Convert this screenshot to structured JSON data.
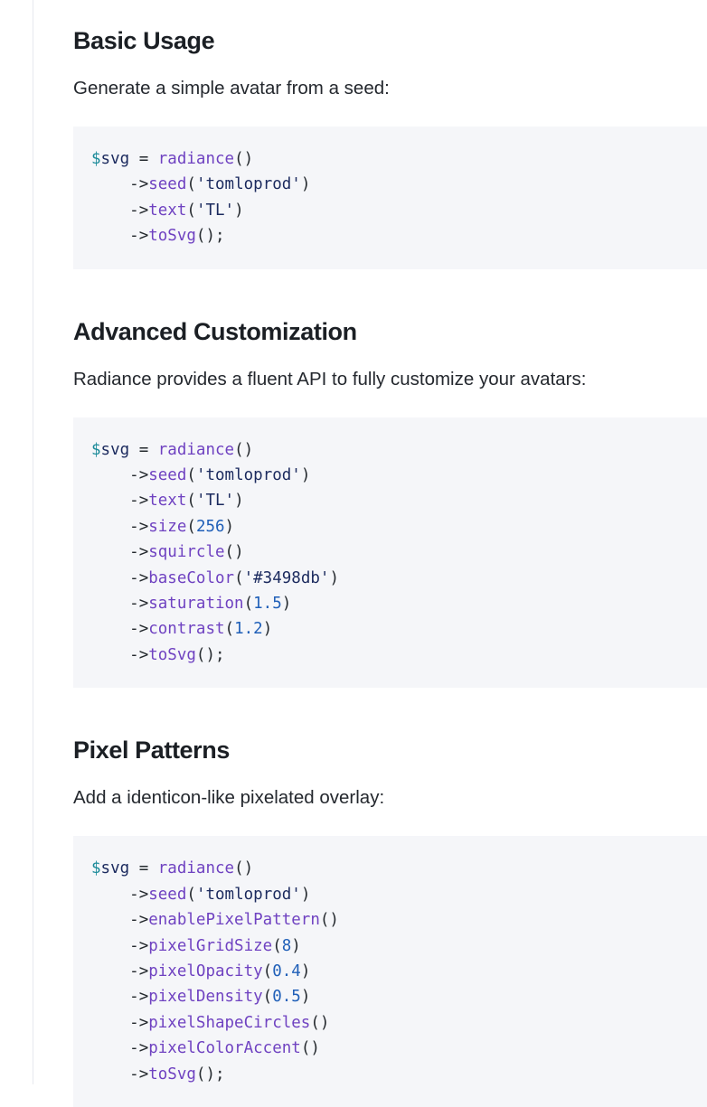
{
  "document": {
    "sections": [
      {
        "id": "basic-usage",
        "heading": "Basic Usage",
        "paragraph": "Generate a simple avatar from a seed:",
        "code": {
          "language": "php",
          "lines": [
            [
              {
                "t": "var-sigil",
                "v": "$"
              },
              {
                "t": "var",
                "v": "svg"
              },
              {
                "t": "punct",
                "v": " = "
              },
              {
                "t": "fn",
                "v": "radiance"
              },
              {
                "t": "punct",
                "v": "()"
              }
            ],
            [
              {
                "t": "punct",
                "v": "    "
              },
              {
                "t": "arrow",
                "v": "->"
              },
              {
                "t": "fn",
                "v": "seed"
              },
              {
                "t": "punct",
                "v": "("
              },
              {
                "t": "str",
                "v": "'tomloprod'"
              },
              {
                "t": "punct",
                "v": ")"
              }
            ],
            [
              {
                "t": "punct",
                "v": "    "
              },
              {
                "t": "arrow",
                "v": "->"
              },
              {
                "t": "fn",
                "v": "text"
              },
              {
                "t": "punct",
                "v": "("
              },
              {
                "t": "str",
                "v": "'TL'"
              },
              {
                "t": "punct",
                "v": ")"
              }
            ],
            [
              {
                "t": "punct",
                "v": "    "
              },
              {
                "t": "arrow",
                "v": "->"
              },
              {
                "t": "fn",
                "v": "toSvg"
              },
              {
                "t": "punct",
                "v": "();"
              }
            ]
          ]
        }
      },
      {
        "id": "advanced-customization",
        "heading": "Advanced Customization",
        "paragraph": "Radiance provides a fluent API to fully customize your avatars:",
        "code": {
          "language": "php",
          "lines": [
            [
              {
                "t": "var-sigil",
                "v": "$"
              },
              {
                "t": "var",
                "v": "svg"
              },
              {
                "t": "punct",
                "v": " = "
              },
              {
                "t": "fn",
                "v": "radiance"
              },
              {
                "t": "punct",
                "v": "()"
              }
            ],
            [
              {
                "t": "punct",
                "v": "    "
              },
              {
                "t": "arrow",
                "v": "->"
              },
              {
                "t": "fn",
                "v": "seed"
              },
              {
                "t": "punct",
                "v": "("
              },
              {
                "t": "str",
                "v": "'tomloprod'"
              },
              {
                "t": "punct",
                "v": ")"
              }
            ],
            [
              {
                "t": "punct",
                "v": "    "
              },
              {
                "t": "arrow",
                "v": "->"
              },
              {
                "t": "fn",
                "v": "text"
              },
              {
                "t": "punct",
                "v": "("
              },
              {
                "t": "str",
                "v": "'TL'"
              },
              {
                "t": "punct",
                "v": ")"
              }
            ],
            [
              {
                "t": "punct",
                "v": "    "
              },
              {
                "t": "arrow",
                "v": "->"
              },
              {
                "t": "fn",
                "v": "size"
              },
              {
                "t": "punct",
                "v": "("
              },
              {
                "t": "num",
                "v": "256"
              },
              {
                "t": "punct",
                "v": ")"
              }
            ],
            [
              {
                "t": "punct",
                "v": "    "
              },
              {
                "t": "arrow",
                "v": "->"
              },
              {
                "t": "fn",
                "v": "squircle"
              },
              {
                "t": "punct",
                "v": "()"
              }
            ],
            [
              {
                "t": "punct",
                "v": "    "
              },
              {
                "t": "arrow",
                "v": "->"
              },
              {
                "t": "fn",
                "v": "baseColor"
              },
              {
                "t": "punct",
                "v": "("
              },
              {
                "t": "str",
                "v": "'#3498db'"
              },
              {
                "t": "punct",
                "v": ")"
              }
            ],
            [
              {
                "t": "punct",
                "v": "    "
              },
              {
                "t": "arrow",
                "v": "->"
              },
              {
                "t": "fn",
                "v": "saturation"
              },
              {
                "t": "punct",
                "v": "("
              },
              {
                "t": "num",
                "v": "1.5"
              },
              {
                "t": "punct",
                "v": ")"
              }
            ],
            [
              {
                "t": "punct",
                "v": "    "
              },
              {
                "t": "arrow",
                "v": "->"
              },
              {
                "t": "fn",
                "v": "contrast"
              },
              {
                "t": "punct",
                "v": "("
              },
              {
                "t": "num",
                "v": "1.2"
              },
              {
                "t": "punct",
                "v": ")"
              }
            ],
            [
              {
                "t": "punct",
                "v": "    "
              },
              {
                "t": "arrow",
                "v": "->"
              },
              {
                "t": "fn",
                "v": "toSvg"
              },
              {
                "t": "punct",
                "v": "();"
              }
            ]
          ]
        }
      },
      {
        "id": "pixel-patterns",
        "heading": "Pixel Patterns",
        "paragraph": "Add a identicon-like pixelated overlay:",
        "code": {
          "language": "php",
          "lines": [
            [
              {
                "t": "var-sigil",
                "v": "$"
              },
              {
                "t": "var",
                "v": "svg"
              },
              {
                "t": "punct",
                "v": " = "
              },
              {
                "t": "fn",
                "v": "radiance"
              },
              {
                "t": "punct",
                "v": "()"
              }
            ],
            [
              {
                "t": "punct",
                "v": "    "
              },
              {
                "t": "arrow",
                "v": "->"
              },
              {
                "t": "fn",
                "v": "seed"
              },
              {
                "t": "punct",
                "v": "("
              },
              {
                "t": "str",
                "v": "'tomloprod'"
              },
              {
                "t": "punct",
                "v": ")"
              }
            ],
            [
              {
                "t": "punct",
                "v": "    "
              },
              {
                "t": "arrow",
                "v": "->"
              },
              {
                "t": "fn",
                "v": "enablePixelPattern"
              },
              {
                "t": "punct",
                "v": "()"
              }
            ],
            [
              {
                "t": "punct",
                "v": "    "
              },
              {
                "t": "arrow",
                "v": "->"
              },
              {
                "t": "fn",
                "v": "pixelGridSize"
              },
              {
                "t": "punct",
                "v": "("
              },
              {
                "t": "num",
                "v": "8"
              },
              {
                "t": "punct",
                "v": ")"
              }
            ],
            [
              {
                "t": "punct",
                "v": "    "
              },
              {
                "t": "arrow",
                "v": "->"
              },
              {
                "t": "fn",
                "v": "pixelOpacity"
              },
              {
                "t": "punct",
                "v": "("
              },
              {
                "t": "num",
                "v": "0.4"
              },
              {
                "t": "punct",
                "v": ")"
              }
            ],
            [
              {
                "t": "punct",
                "v": "    "
              },
              {
                "t": "arrow",
                "v": "->"
              },
              {
                "t": "fn",
                "v": "pixelDensity"
              },
              {
                "t": "punct",
                "v": "("
              },
              {
                "t": "num",
                "v": "0.5"
              },
              {
                "t": "punct",
                "v": ")"
              }
            ],
            [
              {
                "t": "punct",
                "v": "    "
              },
              {
                "t": "arrow",
                "v": "->"
              },
              {
                "t": "fn",
                "v": "pixelShapeCircles"
              },
              {
                "t": "punct",
                "v": "()"
              }
            ],
            [
              {
                "t": "punct",
                "v": "    "
              },
              {
                "t": "arrow",
                "v": "->"
              },
              {
                "t": "fn",
                "v": "pixelColorAccent"
              },
              {
                "t": "punct",
                "v": "()"
              }
            ],
            [
              {
                "t": "punct",
                "v": "    "
              },
              {
                "t": "arrow",
                "v": "->"
              },
              {
                "t": "fn",
                "v": "toSvg"
              },
              {
                "t": "punct",
                "v": "();"
              }
            ]
          ]
        }
      }
    ]
  },
  "colors": {
    "page_background": "#ffffff",
    "code_background": "#f5f6f9",
    "divider": "#e7e9ee",
    "heading_text": "#1b1f24",
    "body_text": "#24282e",
    "token_function": "#6f42c1",
    "token_string": "#1b2a5e",
    "token_number": "#1f5fb8",
    "token_variable": "#1b2a5e",
    "token_variable_sigil": "#1a8a99",
    "token_punctuation": "#24292e"
  }
}
